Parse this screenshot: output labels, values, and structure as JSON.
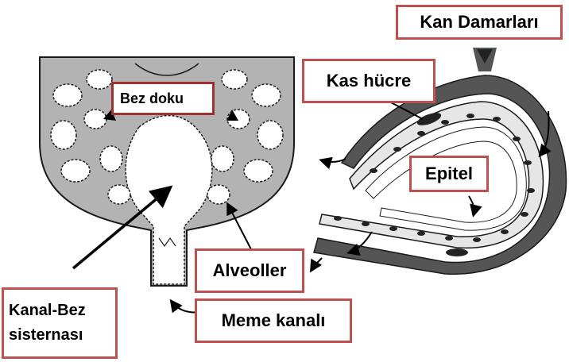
{
  "labels": {
    "kan_damarlari": "Kan Damarları",
    "kas_hucre": "Kas hücre",
    "bez_doku": "Bez doku",
    "epitel": "Epitel",
    "alveoller": "Alveoller",
    "kanal_bez_line1": "Kanal-Bez",
    "kanal_bez_line2": "sisternası",
    "meme_kanali": "Meme kanalı"
  },
  "colors": {
    "label_border": "#c0504d",
    "tissue_fill": "#b3b3b3",
    "outline": "#1a1a1a",
    "vessel_fill": "#555555"
  }
}
